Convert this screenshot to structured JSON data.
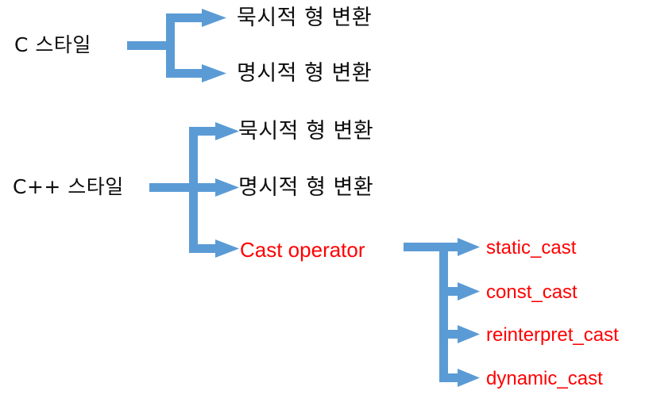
{
  "diagram": {
    "title": "C / C++ type conversion taxonomy",
    "colors": {
      "arrow_blue": "#5b9bd5",
      "text_red": "#ff0000",
      "text_black": "#0d0d0d",
      "background": "#ffffff"
    },
    "roots": [
      {
        "id": "c-style",
        "label": "C 스타일",
        "children": [
          {
            "id": "c-implicit",
            "label": "묵시적 형 변환",
            "color": "black"
          },
          {
            "id": "c-explicit",
            "label": "명시적 형 변환",
            "color": "black"
          }
        ]
      },
      {
        "id": "cpp-style",
        "label": "C++ 스타일",
        "children": [
          {
            "id": "cpp-implicit",
            "label": "묵시적 형 변환",
            "color": "black"
          },
          {
            "id": "cpp-explicit",
            "label": "명시적 형 변환",
            "color": "black"
          },
          {
            "id": "cast-operator",
            "label": "Cast operator",
            "color": "red"
          }
        ]
      }
    ],
    "cast_operators": [
      {
        "id": "static-cast",
        "label": "static_cast",
        "color": "red"
      },
      {
        "id": "const-cast",
        "label": "const_cast",
        "color": "red"
      },
      {
        "id": "reinterpret-cast",
        "label": "reinterpret_cast",
        "color": "red"
      },
      {
        "id": "dynamic-cast",
        "label": "dynamic_cast",
        "color": "red"
      }
    ]
  }
}
